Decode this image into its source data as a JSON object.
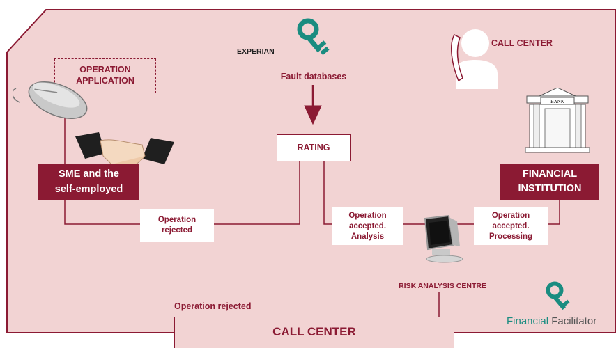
{
  "nodes": {
    "operation_application": "OPERATION\nAPPLICATION",
    "sme": "SME and the\nself-employed",
    "rating": "RATING",
    "financial_institution": "FINANCIAL\nINSTITUTION",
    "call_center_bottom": "CALL CENTER",
    "call_center_top": "CALL CENTER",
    "experian": "EXPERIAN",
    "fault_databases": "Fault databases",
    "risk_analysis_centre": "RISK ANALYSIS CENTRE"
  },
  "edges": {
    "operation_rejected_mid": "Operation\nrejected",
    "operation_accepted_analysis": "Operation\naccepted.\nAnalysis",
    "operation_accepted_processing": "Operation\naccepted.\nProcessing",
    "operation_rejected_bottom": "Operation rejected"
  },
  "brand": {
    "name_part1": "Financial",
    "name_part2": "Facilitator"
  },
  "bank_sign": "BANK",
  "colors": {
    "background_panel": "#f2d3d3",
    "border": "#8b1a33",
    "accent_teal": "#1a8c80"
  },
  "icons": [
    "key-icon",
    "mouse-icon",
    "handshake-icon",
    "phone-person-icon",
    "bank-building-icon",
    "computer-monitor-icon"
  ]
}
